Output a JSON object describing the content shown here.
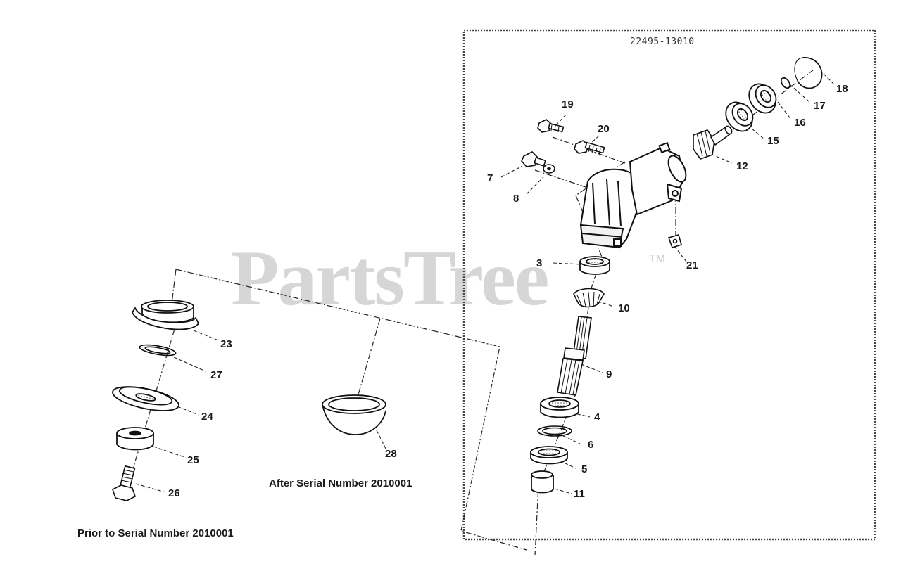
{
  "assembly_number": "22495-13010",
  "watermark": {
    "text": "PartsTree",
    "trademark": "TM"
  },
  "captions": {
    "prior": "Prior  to Serial Number 2010001",
    "after": "After Serial Number 2010001"
  },
  "callouts": {
    "p3": "3",
    "p4": "4",
    "p5": "5",
    "p6": "6",
    "p7": "7",
    "p8": "8",
    "p9": "9",
    "p10": "10",
    "p11": "11",
    "p12": "12",
    "p15": "15",
    "p16": "16",
    "p17": "17",
    "p18": "18",
    "p19": "19",
    "p20": "20",
    "p21": "21",
    "p23": "23",
    "p24": "24",
    "p25": "25",
    "p26": "26",
    "p27": "27",
    "p28": "28"
  }
}
